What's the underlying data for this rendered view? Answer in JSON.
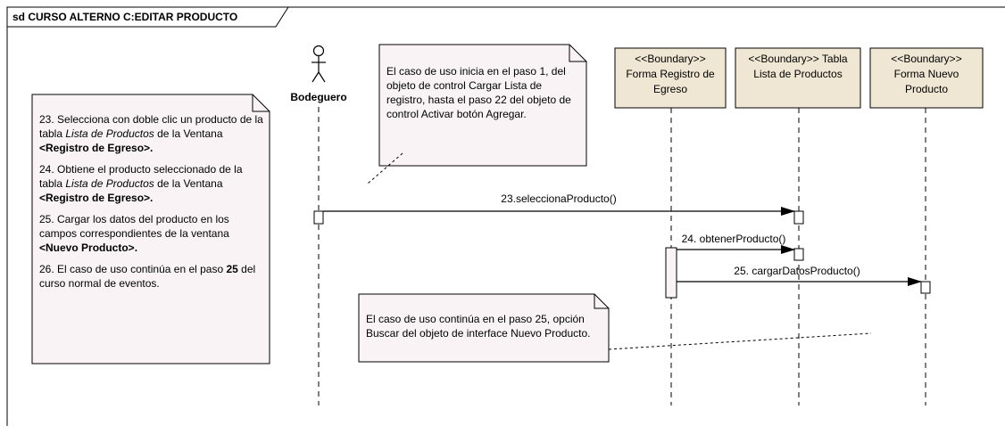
{
  "frame": {
    "title": "sd CURSO ALTERNO C:EDITAR PRODUCTO"
  },
  "actor": {
    "name": "Bodeguero"
  },
  "lifelines": [
    {
      "stereotype": "<<Boundary>>",
      "name": "Forma Registro de Egreso"
    },
    {
      "stereotype": "<<Boundary>>",
      "name": "Tabla Lista de Productos"
    },
    {
      "stereotype": "<<Boundary>>",
      "name": "Forma Nuevo Producto"
    }
  ],
  "messages": [
    {
      "label": "23.seleccionaProducto()"
    },
    {
      "label": "24. obtenerProducto()"
    },
    {
      "label": "25. cargarDatosProducto()"
    }
  ],
  "notes": {
    "left": {
      "p1_a": "23. Selecciona con doble clic un producto de la tabla ",
      "p1_i1": "Lista de Productos",
      "p1_b": " de la Ventana ",
      "p1_bold": "<Registro de Egreso>.",
      "p2_a": "24. Obtiene el producto seleccionado de la tabla ",
      "p2_i1": "Lista de Productos",
      "p2_b": " de la Ventana ",
      "p2_bold": "<Registro de Egreso>.",
      "p3_a": "25. Cargar los datos del producto en los campos correspondientes de la ventana ",
      "p3_bold": "<Nuevo Producto>.",
      "p4_a": "26. El caso de uso continúa en el paso ",
      "p4_bold": "25",
      "p4_b": " del curso normal de eventos."
    },
    "top": "El caso de uso inicia en el paso 1, del objeto de control Cargar Lista de registro, hasta el paso 22 del objeto de control Activar botón Agregar.",
    "bottom": "El caso de uso continúa en el paso 25, opción Buscar del objeto de interface Nuevo Producto."
  },
  "colors": {
    "box_fill": "#efe7d3",
    "note_fill": "#f9f3f6",
    "line": "#000000"
  }
}
